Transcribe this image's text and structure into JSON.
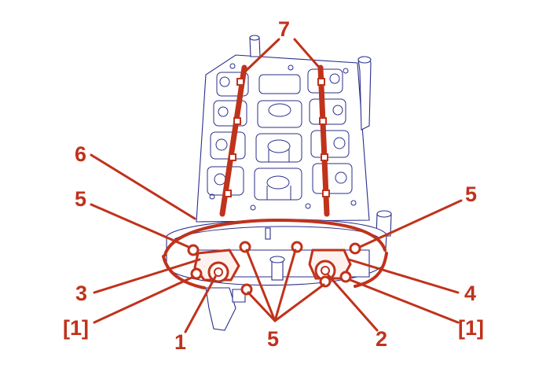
{
  "figure": {
    "callouts": {
      "c1": "1",
      "c2": "2",
      "c3": "3",
      "c4": "4",
      "c5_left": "5",
      "c5_right": "5",
      "c5_bottom": "5",
      "c6": "6",
      "c7": "7",
      "c_ref_left": "[1]",
      "c_ref_right": "[1]"
    },
    "colors": {
      "highlight": "#c0321b",
      "line_art": "#2a2f8a",
      "background": "#ffffff"
    }
  }
}
